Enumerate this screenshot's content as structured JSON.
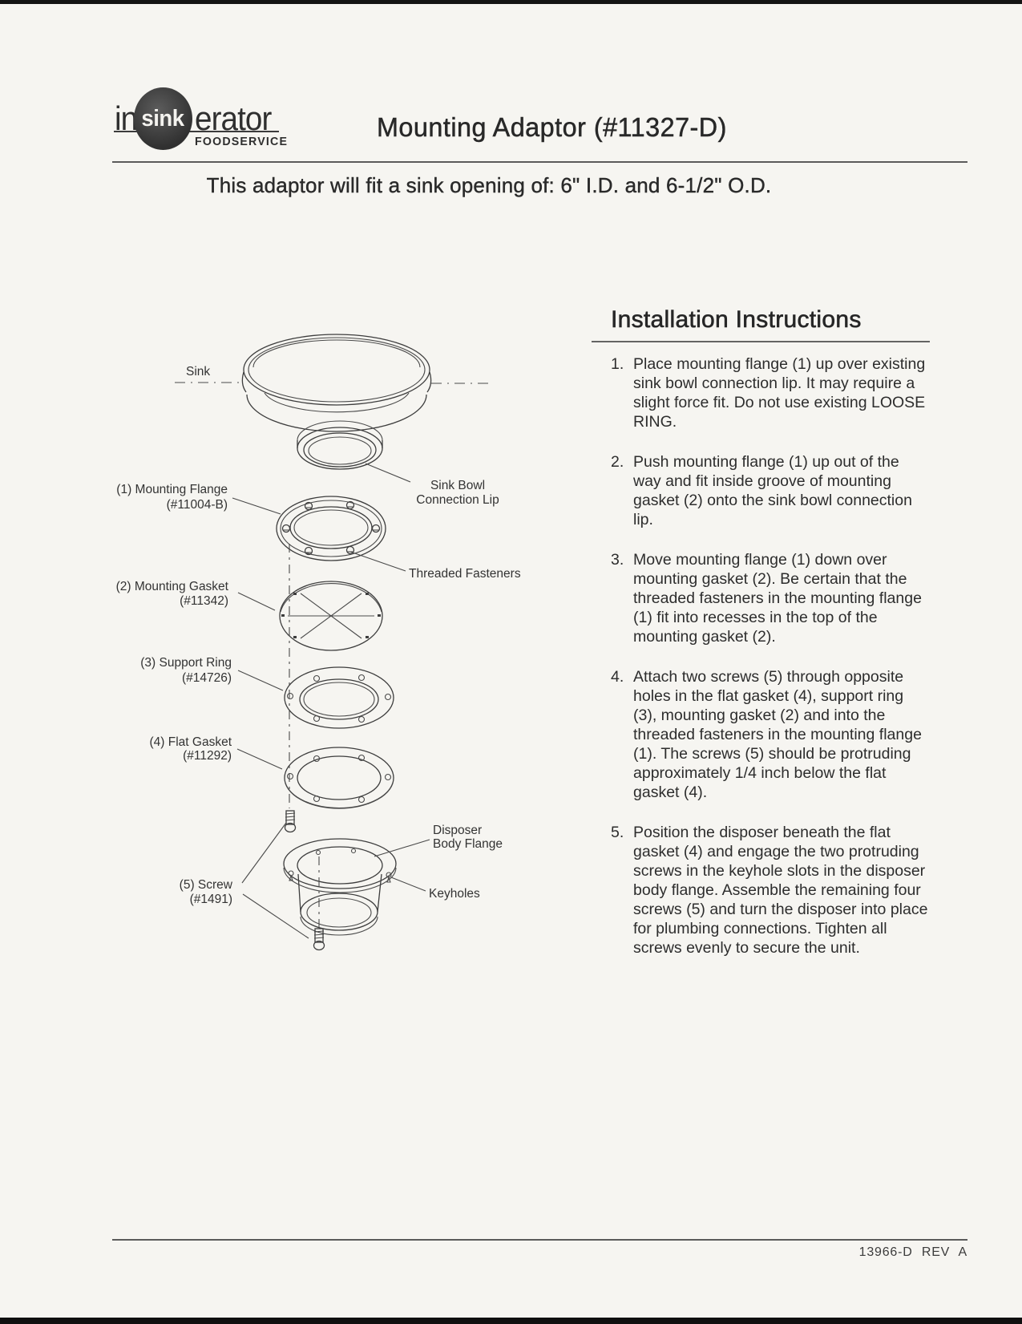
{
  "document": {
    "paper_color": "#f6f5f1",
    "ink_color": "#2e2e2e",
    "line_color": "#3d3d3d",
    "footer_code": "13966-D REV A"
  },
  "header": {
    "logo": {
      "prefix": "in",
      "circle_word": "sink",
      "suffix": "erator",
      "division": "FOODSERVICE"
    },
    "title": "Mounting Adaptor (#11327-D)",
    "fit_note": "This adaptor will fit a sink opening of: 6\" I.D. and 6-1/2\" O.D."
  },
  "diagram": {
    "labels": {
      "sink": "Sink",
      "mounting_flange": "(1) Mounting Flange",
      "mounting_flange_part": "(#11004-B)",
      "sink_bowl_line1": "Sink Bowl",
      "sink_bowl_line2": "Connection Lip",
      "threaded_fasteners": "Threaded Fasteners",
      "mounting_gasket": "(2) Mounting Gasket",
      "mounting_gasket_part": "(#11342)",
      "support_ring": "(3) Support Ring",
      "support_ring_part": "(#14726)",
      "flat_gasket": "(4) Flat Gasket",
      "flat_gasket_part": "(#11292)",
      "screw": "(5) Screw",
      "screw_part": "(#1491)",
      "disposer_line1": "Disposer",
      "disposer_line2": "Body Flange",
      "keyholes": "Keyholes"
    }
  },
  "instructions": {
    "heading": "Installation Instructions",
    "steps": [
      {
        "num": "1.",
        "text": "Place mounting flange (1) up over existing sink bowl connection lip. It may require a slight force fit. Do not use existing LOOSE RING."
      },
      {
        "num": "2.",
        "text": "Push mounting flange (1) up out of the way and fit inside groove of mounting gasket (2) onto the sink bowl connection lip."
      },
      {
        "num": "3.",
        "text": "Move mounting flange (1) down over mounting gasket (2). Be certain that the threaded fasteners in the mounting flange (1) fit into recesses in the top of the mounting gasket (2)."
      },
      {
        "num": "4.",
        "text": "Attach two screws (5) through opposite holes in the flat gasket (4), support ring (3), mounting gasket (2) and into the threaded fasteners in the mounting flange (1). The screws (5) should be protruding approximately 1/4 inch below the flat gasket (4)."
      },
      {
        "num": "5.",
        "text": "Position the disposer beneath the flat gasket (4) and engage the two protruding screws in the keyhole slots in the disposer body flange. Assemble the remaining four screws (5) and turn the disposer into place for plumbing connections. Tighten all screws evenly to secure the unit."
      }
    ]
  }
}
